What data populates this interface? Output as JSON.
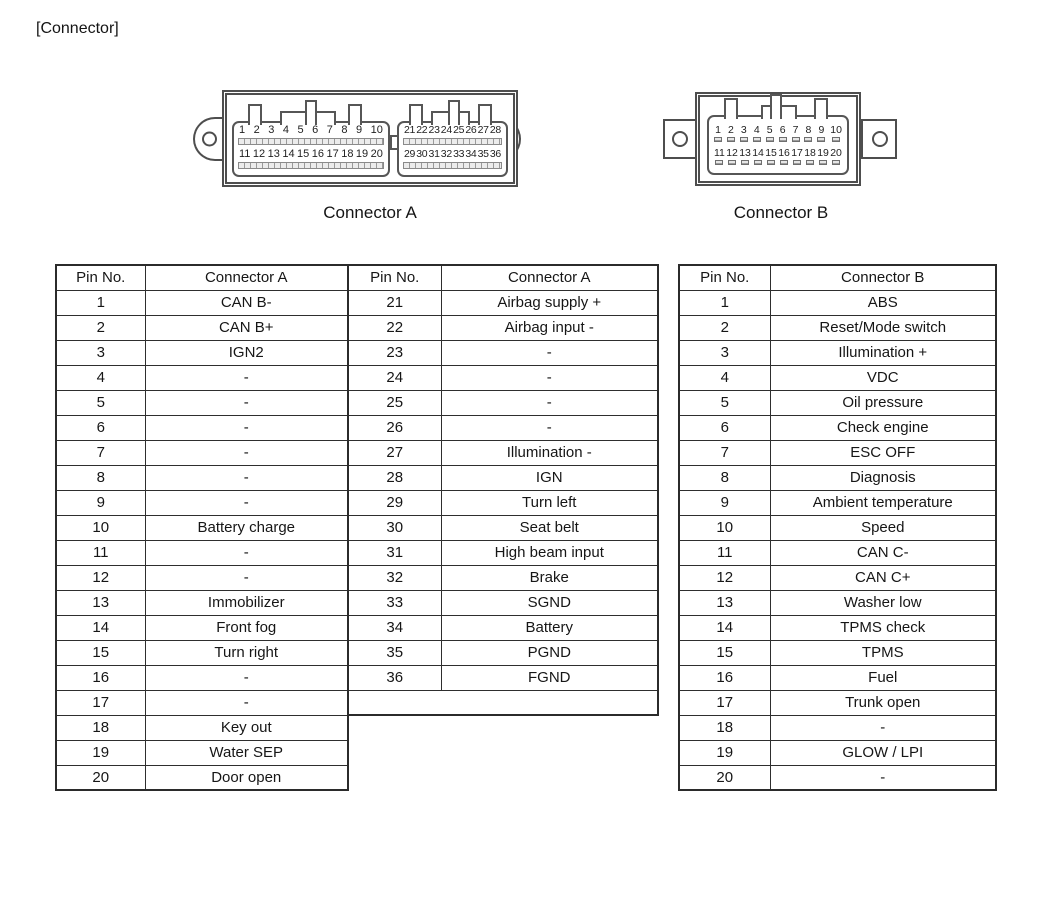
{
  "page": {
    "label": "[Connector]"
  },
  "colors": {
    "ink": "#1b1b1b",
    "line": "#4e4e4e",
    "table_border": "#2e2e2e"
  },
  "connector_a": {
    "caption": "Connector A",
    "left_row1": [
      "1",
      "2",
      "3",
      "4",
      "5",
      "6",
      "7",
      "8",
      "9",
      "10"
    ],
    "left_row2": [
      "11",
      "12",
      "13",
      "14",
      "15",
      "16",
      "17",
      "18",
      "19",
      "20"
    ],
    "right_row1": [
      "21",
      "22",
      "23",
      "24",
      "25",
      "26",
      "27",
      "28"
    ],
    "right_row2": [
      "29",
      "30",
      "31",
      "32",
      "33",
      "34",
      "35",
      "36"
    ]
  },
  "connector_b": {
    "caption": "Connector B",
    "row1": [
      "1",
      "2",
      "3",
      "4",
      "5",
      "6",
      "7",
      "8",
      "9",
      "10"
    ],
    "row2": [
      "11",
      "12",
      "13",
      "14",
      "15",
      "16",
      "17",
      "18",
      "19",
      "20"
    ]
  },
  "tables": [
    {
      "name": "connector-a-pins-1-20",
      "headers": [
        "Pin No.",
        "Connector A"
      ],
      "rows": [
        [
          "1",
          "CAN B-"
        ],
        [
          "2",
          "CAN B+"
        ],
        [
          "3",
          "IGN2"
        ],
        [
          "4",
          "-"
        ],
        [
          "5",
          "-"
        ],
        [
          "6",
          "-"
        ],
        [
          "7",
          "-"
        ],
        [
          "8",
          "-"
        ],
        [
          "9",
          "-"
        ],
        [
          "10",
          "Battery charge"
        ],
        [
          "11",
          "-"
        ],
        [
          "12",
          "-"
        ],
        [
          "13",
          "Immobilizer"
        ],
        [
          "14",
          "Front fog"
        ],
        [
          "15",
          "Turn right"
        ],
        [
          "16",
          "-"
        ],
        [
          "17",
          "-"
        ],
        [
          "18",
          "Key out"
        ],
        [
          "19",
          "Water SEP"
        ],
        [
          "20",
          "Door open"
        ]
      ]
    },
    {
      "name": "connector-a-pins-21-36",
      "headers": [
        "Pin No.",
        "Connector A"
      ],
      "empty_footer": true,
      "rows": [
        [
          "21",
          "Airbag supply +"
        ],
        [
          "22",
          "Airbag input -"
        ],
        [
          "23",
          "-"
        ],
        [
          "24",
          "-"
        ],
        [
          "25",
          "-"
        ],
        [
          "26",
          "-"
        ],
        [
          "27",
          "Illumination -"
        ],
        [
          "28",
          "IGN"
        ],
        [
          "29",
          "Turn left"
        ],
        [
          "30",
          "Seat belt"
        ],
        [
          "31",
          "High beam input"
        ],
        [
          "32",
          "Brake"
        ],
        [
          "33",
          "SGND"
        ],
        [
          "34",
          "Battery"
        ],
        [
          "35",
          "PGND"
        ],
        [
          "36",
          "FGND"
        ]
      ]
    },
    {
      "name": "connector-b-pins-1-20",
      "headers": [
        "Pin No.",
        "Connector B"
      ],
      "rows": [
        [
          "1",
          "ABS"
        ],
        [
          "2",
          "Reset/Mode switch"
        ],
        [
          "3",
          "Illumination +"
        ],
        [
          "4",
          "VDC"
        ],
        [
          "5",
          "Oil pressure"
        ],
        [
          "6",
          "Check engine"
        ],
        [
          "7",
          "ESC OFF"
        ],
        [
          "8",
          "Diagnosis"
        ],
        [
          "9",
          "Ambient temperature"
        ],
        [
          "10",
          "Speed"
        ],
        [
          "11",
          "CAN C-"
        ],
        [
          "12",
          "CAN C+"
        ],
        [
          "13",
          "Washer low"
        ],
        [
          "14",
          "TPMS check"
        ],
        [
          "15",
          "TPMS"
        ],
        [
          "16",
          "Fuel"
        ],
        [
          "17",
          "Trunk open"
        ],
        [
          "18",
          "-"
        ],
        [
          "19",
          "GLOW / LPI"
        ],
        [
          "20",
          "-"
        ]
      ]
    }
  ]
}
